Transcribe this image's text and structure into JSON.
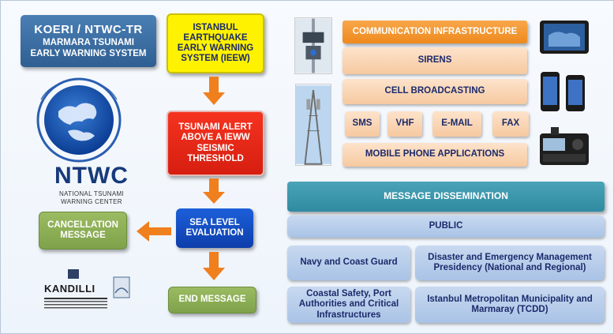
{
  "title": {
    "line1": "KOERI / NTWC-TR",
    "line2": "MARMARA TSUNAMI",
    "line3": "EARLY WARNING SYSTEM"
  },
  "logo": {
    "acronym": "NTWC",
    "sub1": "NATIONAL TSUNAMI",
    "sub2": "WARNING CENTER",
    "kandilli_name": "KANDILLI"
  },
  "flow": {
    "ieew": "ISTANBUL EARTHQUAKE EARLY WARNING SYSTEM (IEEW)",
    "alert": "TSUNAMI ALERT ABOVE A IEWW SEISMIC THRESHOLD",
    "sea_level": "SEA LEVEL EVALUATION",
    "end": "END MESSAGE",
    "cancellation": "CANCELLATION MESSAGE"
  },
  "infrastructure": {
    "header": "COMMUNICATION INFRASTRUCTURE",
    "sirens": "SIRENS",
    "cell": "CELL BROADCASTING",
    "sms": "SMS",
    "vhf": "VHF",
    "email": "E-MAIL",
    "fax": "FAX",
    "mobile": "MOBILE PHONE APPLICATIONS"
  },
  "dissemination": {
    "header": "Message Dissemination",
    "public": "PUBLIC",
    "navy": "Navy and Coast Guard",
    "disaster": "Disaster and Emergency Management Presidency (National and Regional)",
    "coastal": "Coastal Safety, Port Authorities and Critical Infrastructures",
    "ibb": "Istanbul Metropolitan Municipality and Marmaray (TCDD)"
  },
  "colors": {
    "title_bg": "#3b6fa6",
    "ieew_bg": "#fff200",
    "alert_bg": "#e8261a",
    "sea_bg": "#1450c8",
    "green_bg": "#8db356",
    "orange": "#f29833",
    "peach": "#fbd6b4",
    "teal": "#3a96ad",
    "lightblue": "#bcd0ec",
    "arrow": "#f07f1e"
  }
}
